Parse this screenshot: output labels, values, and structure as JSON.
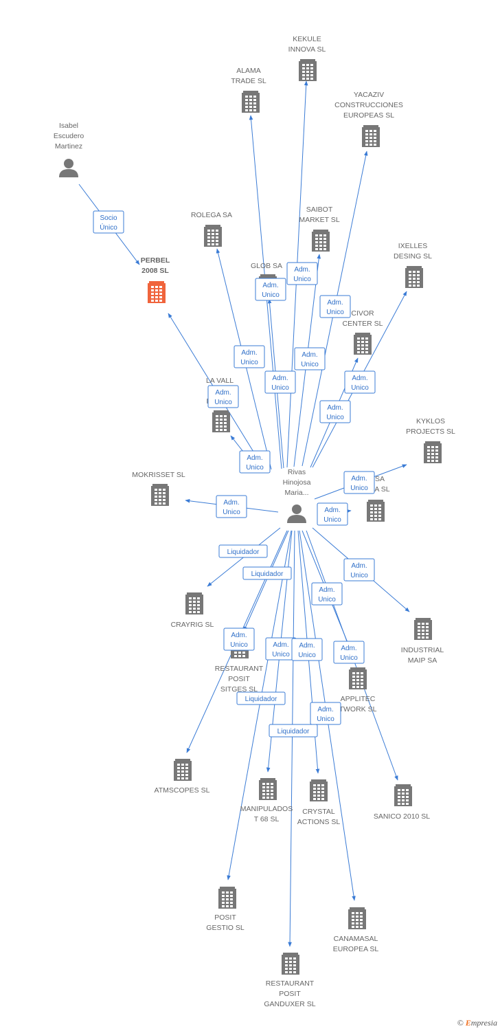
{
  "colors": {
    "edge": "#3a7bd5",
    "building": "#777777",
    "focus_building": "#f0643c",
    "person": "#777777"
  },
  "center": {
    "id": "rivas",
    "name": [
      "Rivas",
      "Hinojosa",
      "Maria..."
    ],
    "icon": "person-icon"
  },
  "nodes": [
    {
      "id": "isabel",
      "type": "person",
      "name": [
        "Isabel",
        "Escudero",
        "Martinez"
      ]
    },
    {
      "id": "perbel",
      "type": "company",
      "focus": true,
      "name": [
        "PERBEL",
        "2008 SL"
      ]
    },
    {
      "id": "kekule",
      "type": "company",
      "name": [
        "KEKULE",
        "INNOVA SL"
      ]
    },
    {
      "id": "alama",
      "type": "company",
      "name": [
        "ALAMA",
        "TRADE SL"
      ]
    },
    {
      "id": "yacaziv",
      "type": "company",
      "name": [
        "YACAZIV",
        "CONSTRUCCIONES",
        "EUROPEAS SL"
      ]
    },
    {
      "id": "rolega",
      "type": "company",
      "name": [
        "ROLEGA SA"
      ]
    },
    {
      "id": "saibot",
      "type": "company",
      "name": [
        "SAIBOT",
        "MARKET SL"
      ]
    },
    {
      "id": "globsa",
      "type": "company",
      "name": [
        "GLOB SA"
      ]
    },
    {
      "id": "ixelles",
      "type": "company",
      "name": [
        "IXELLES",
        "DESING SL"
      ]
    },
    {
      "id": "civor",
      "type": "company",
      "name": [
        "CIVOR",
        "CENTER SL"
      ]
    },
    {
      "id": "lavall",
      "type": "company",
      "name": [
        "LA VALL",
        "T...",
        "EU... SL"
      ]
    },
    {
      "id": "kyklos",
      "type": "company",
      "name": [
        "KYKLOS",
        "PROJECTS SL"
      ]
    },
    {
      "id": "mokrisset",
      "type": "company",
      "name": [
        "MOKRISSET SL"
      ]
    },
    {
      "id": "sasl",
      "type": "company",
      "name": [
        "SA",
        "EA SL"
      ]
    },
    {
      "id": "crayrig",
      "type": "company",
      "name": [
        "CRAYRIG SL"
      ]
    },
    {
      "id": "industrial",
      "type": "company",
      "name": [
        "INDUSTRIAL",
        "MAIP SA"
      ]
    },
    {
      "id": "restsitges",
      "type": "company",
      "name": [
        "RESTAURANT",
        "POSIT",
        "SITGES SL"
      ]
    },
    {
      "id": "applitec",
      "type": "company",
      "name": [
        "APPLITEC",
        "TWORK SL"
      ]
    },
    {
      "id": "atmscopes",
      "type": "company",
      "name": [
        "ATMSCOPES SL"
      ]
    },
    {
      "id": "manipulados",
      "type": "company",
      "name": [
        "MANIPULADOS",
        "T 68 SL"
      ]
    },
    {
      "id": "crystal",
      "type": "company",
      "name": [
        "CRYSTAL",
        "ACTIONS SL"
      ]
    },
    {
      "id": "sanico",
      "type": "company",
      "name": [
        "SANICO 2010 SL"
      ]
    },
    {
      "id": "positgestio",
      "type": "company",
      "name": [
        "POSIT",
        "GESTIO SL"
      ]
    },
    {
      "id": "canamasal",
      "type": "company",
      "name": [
        "CANAMASAL",
        "EUROPEA SL"
      ]
    },
    {
      "id": "restganduxer",
      "type": "company",
      "name": [
        "RESTAURANT",
        "POSIT",
        "GANDUXER SL"
      ]
    }
  ],
  "edges": [
    {
      "from": "isabel",
      "to": "perbel",
      "label": [
        "Socio",
        "Único"
      ]
    },
    {
      "from": "rivas",
      "to": "perbel",
      "label": [
        "Adm.",
        "Unico"
      ]
    },
    {
      "from": "rivas",
      "to": "kekule",
      "label": [
        "Adm.",
        "Unico"
      ]
    },
    {
      "from": "rivas",
      "to": "alama",
      "label": [
        "Adm.",
        "Unico"
      ]
    },
    {
      "from": "rivas",
      "to": "yacaziv",
      "label": [
        "Adm.",
        "Unico"
      ]
    },
    {
      "from": "rivas",
      "to": "rolega",
      "label": [
        "Adm.",
        "Unico"
      ]
    },
    {
      "from": "rivas",
      "to": "saibot",
      "label": [
        "Adm.",
        "Unico"
      ]
    },
    {
      "from": "rivas",
      "to": "globsa",
      "label": [
        "Adm.",
        "Unico"
      ]
    },
    {
      "from": "rivas",
      "to": "ixelles",
      "label": [
        "Adm.",
        "Unico"
      ]
    },
    {
      "from": "rivas",
      "to": "civor",
      "label": [
        "Adm.",
        "Unico"
      ]
    },
    {
      "from": "rivas",
      "to": "lavall",
      "label": [
        "Adm.",
        "Unico"
      ]
    },
    {
      "from": "rivas",
      "to": "kyklos",
      "label": [
        "Adm.",
        "Unico"
      ]
    },
    {
      "from": "rivas",
      "to": "mokrisset",
      "label": [
        "Adm.",
        "Unico"
      ]
    },
    {
      "from": "rivas",
      "to": "sasl",
      "label": [
        "Adm.",
        "Unico"
      ]
    },
    {
      "from": "rivas",
      "to": "crayrig",
      "label": [
        "Liquidador"
      ]
    },
    {
      "from": "rivas",
      "to": "industrial",
      "label": [
        "Adm.",
        "Unico"
      ]
    },
    {
      "from": "rivas",
      "to": "restsitges",
      "label": [
        "Liquidador"
      ]
    },
    {
      "from": "rivas",
      "to": "applitec",
      "label": [
        "Adm.",
        "Unico"
      ]
    },
    {
      "from": "rivas",
      "to": "atmscopes",
      "label": [
        "Adm.",
        "Unico"
      ]
    },
    {
      "from": "rivas",
      "to": "manipulados",
      "label": [
        "Adm.",
        "Unico"
      ]
    },
    {
      "from": "rivas",
      "to": "crystal",
      "label": [
        "Adm.",
        "Unico"
      ]
    },
    {
      "from": "rivas",
      "to": "sanico",
      "label": [
        "Adm.",
        "Unico"
      ]
    },
    {
      "from": "rivas",
      "to": "positgestio",
      "label": [
        "Liquidador"
      ]
    },
    {
      "from": "rivas",
      "to": "canamasal",
      "label": [
        "Adm.",
        "Unico"
      ]
    },
    {
      "from": "rivas",
      "to": "restganduxer",
      "label": [
        "Liquidador"
      ]
    }
  ],
  "footer": {
    "copyright": "©",
    "brand_initial": "E",
    "brand_rest": "mpresia"
  }
}
